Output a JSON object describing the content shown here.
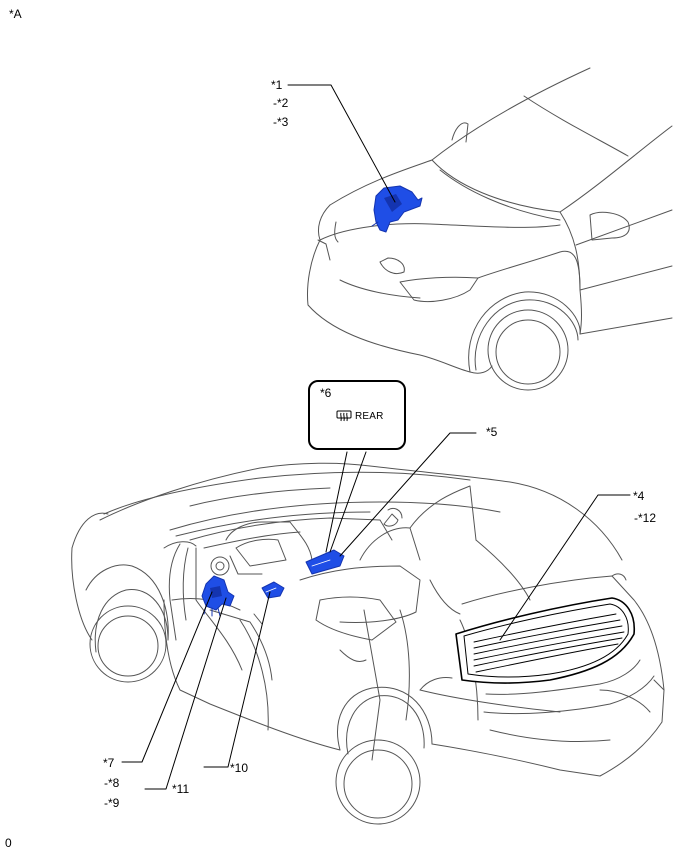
{
  "view_label": "*A",
  "footer_code": "0",
  "colors": {
    "component": "#1f4ee6",
    "component_shade": "#1434b0",
    "outline": "#555555",
    "leader": "#000000"
  },
  "labels": {
    "l1": "*1",
    "l2": "-*2",
    "l3": "-*3",
    "l4": "*4",
    "l12": "-*12",
    "l5": "*5",
    "l6": "*6",
    "l7": "*7",
    "l8": "-*8",
    "l9": "-*9",
    "l10": "*10",
    "l11": "*11"
  },
  "callout": {
    "switch_icon": "rear-defogger-icon",
    "switch_text": "REAR"
  }
}
